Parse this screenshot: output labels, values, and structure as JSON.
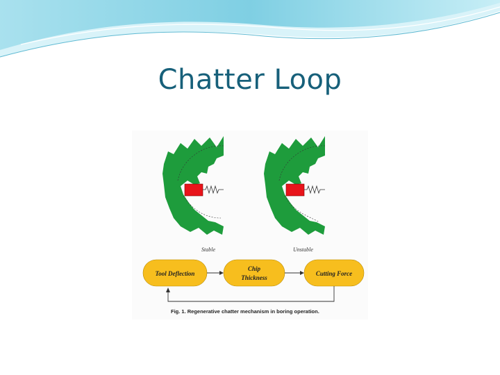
{
  "slide": {
    "title": "Chatter Loop"
  },
  "figure": {
    "wheels": [
      {
        "label": "Stable"
      },
      {
        "label": "Unstable"
      }
    ],
    "boxes": {
      "tool_deflection": "Tool Deflection",
      "chip_thickness_line1": "Chip",
      "chip_thickness_line2": "Thickness",
      "cutting_force": "Cutting Force"
    },
    "caption": "Fig. 1. Regenerative chatter mechanism in boring operation."
  },
  "colors": {
    "title": "#17607a",
    "wheel": "#1e9c3c",
    "tool": "#e8141b",
    "box": "#f7be1e",
    "swoosh": "#7fcfe3"
  }
}
